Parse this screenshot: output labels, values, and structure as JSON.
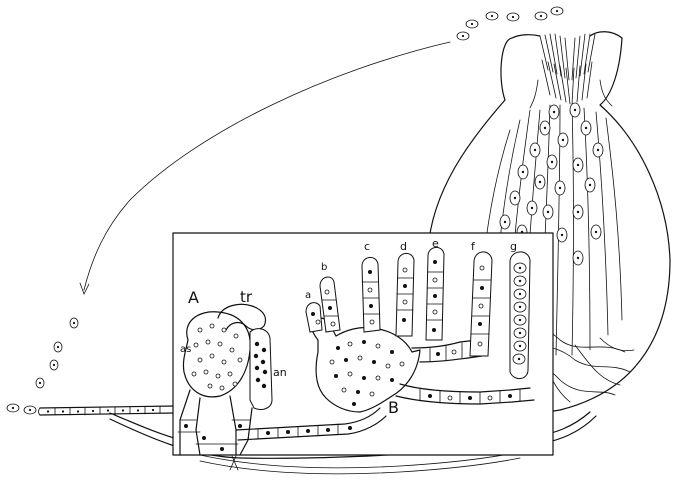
{
  "labels": {
    "A": "A",
    "tr": "tr",
    "as": "as",
    "an": "an",
    "B": "B",
    "a": "a",
    "b": "b",
    "c": "c",
    "d": "d",
    "e": "e",
    "f": "f",
    "g": "g"
  }
}
